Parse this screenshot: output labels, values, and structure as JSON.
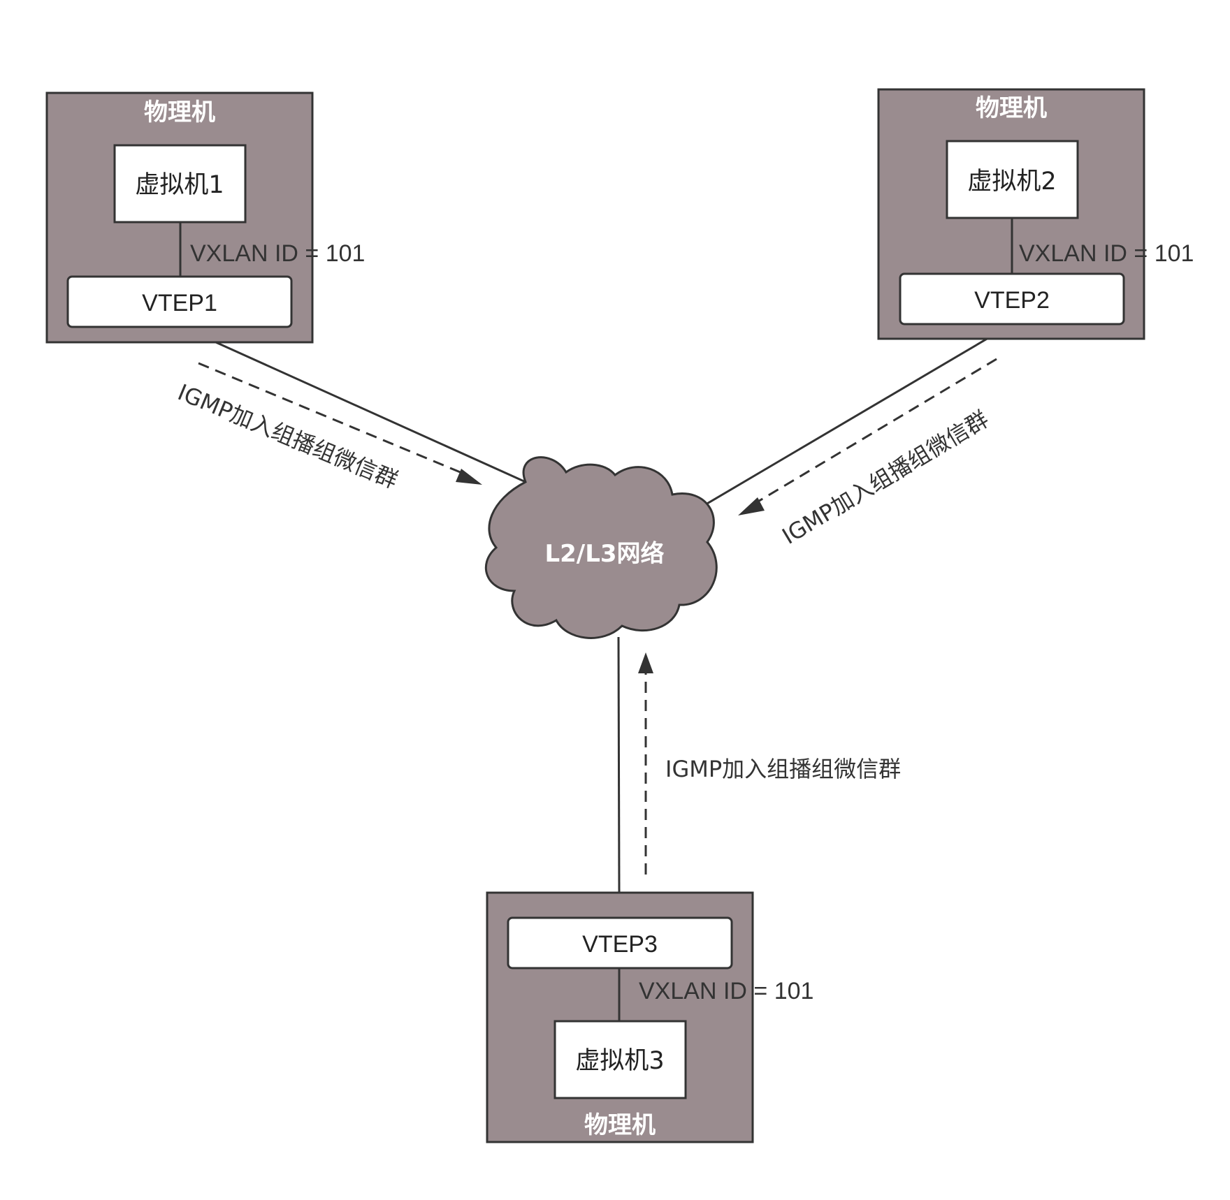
{
  "host1": {
    "title": "物理机",
    "vm": "虚拟机1",
    "vtep": "VTEP1",
    "vxlan": "VXLAN ID = 101"
  },
  "host2": {
    "title": "物理机",
    "vm": "虚拟机2",
    "vtep": "VTEP2",
    "vxlan": "VXLAN ID = 101"
  },
  "host3": {
    "title": "物理机",
    "vm": "虚拟机3",
    "vtep": "VTEP3",
    "vxlan": "VXLAN ID = 101"
  },
  "network": {
    "label": "L2/L3网络"
  },
  "arrows": {
    "left": "IGMP加入组播组微信群",
    "right": "IGMP加入组播组微信群",
    "bottom": "IGMP加入组播组微信群"
  },
  "colors": {
    "host_fill": "#9a8c8f",
    "stroke": "#333333",
    "box_fill": "#ffffff"
  }
}
